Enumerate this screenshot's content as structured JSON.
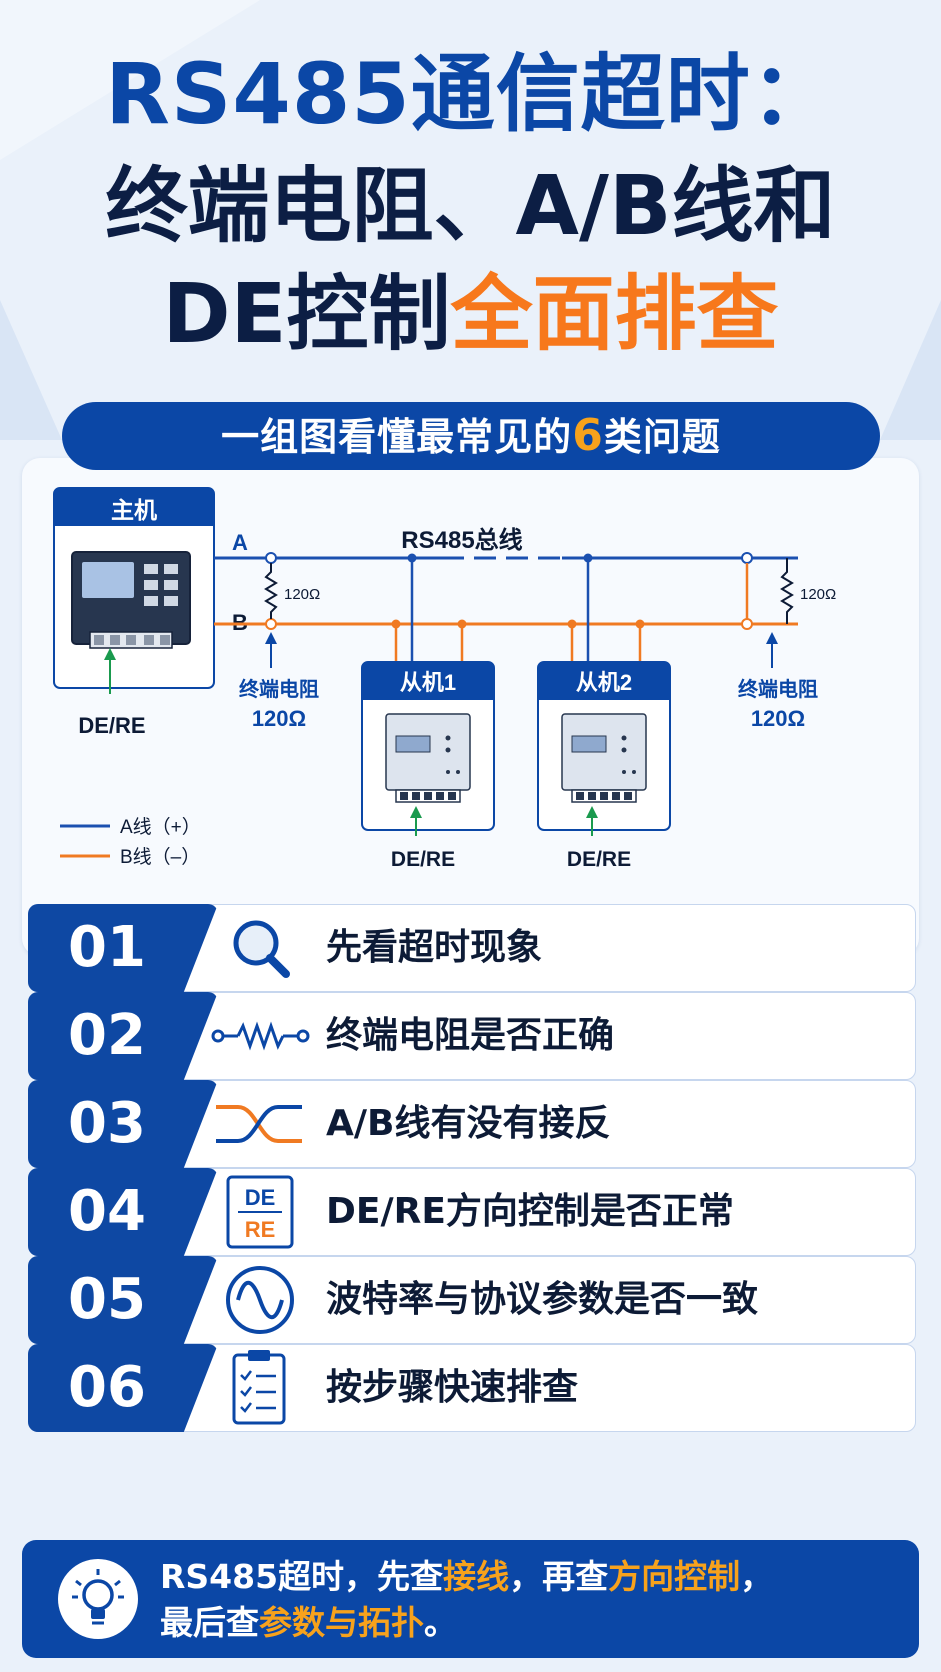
{
  "title": {
    "line1": "RS485通信超时：",
    "line2": "终端电阻、A/B线和",
    "line3_prefix": "DE控制",
    "line3_highlight": "全面排查"
  },
  "subtitle": {
    "prefix": "一组图看懂最常见的",
    "number": "6",
    "suffix": "类问题"
  },
  "diagram": {
    "bus_label": "RS485总线",
    "master_label": "主机",
    "line_a_label": "A",
    "line_b_label": "B",
    "resistor_small": "120Ω",
    "term_label": "终端电阻",
    "term_value": "120Ω",
    "slave1_label": "从机1",
    "slave2_label": "从机2",
    "de_re": "DE/RE",
    "legend_a": "A线（+）",
    "legend_b": "B线（–）",
    "colors": {
      "line_a": "#1b50b0",
      "line_b": "#f07a22",
      "accent": "#0b47a6",
      "de_arrow": "#1a9a4e"
    }
  },
  "steps": [
    {
      "num": "01",
      "icon": "magnifier-icon",
      "label": "先看超时现象"
    },
    {
      "num": "02",
      "icon": "resistor-icon",
      "label": "终端电阻是否正确"
    },
    {
      "num": "03",
      "icon": "crossed-wires-icon",
      "label": "A/B线有没有接反"
    },
    {
      "num": "04",
      "icon": "de-re-icon",
      "label": "DE/RE方向控制是否正常",
      "icon_top": "DE",
      "icon_bottom": "RE"
    },
    {
      "num": "05",
      "icon": "sine-wave-icon",
      "label": "波特率与协议参数是否一致"
    },
    {
      "num": "06",
      "icon": "checklist-icon",
      "label": "按步骤快速排查"
    }
  ],
  "summary": {
    "p1": "RS485超时，先查",
    "h1": "接线",
    "p2": "，再查",
    "h2": "方向控制",
    "p3": "，",
    "p4": "最后查",
    "h3": "参数与拓扑",
    "p5": "。"
  }
}
